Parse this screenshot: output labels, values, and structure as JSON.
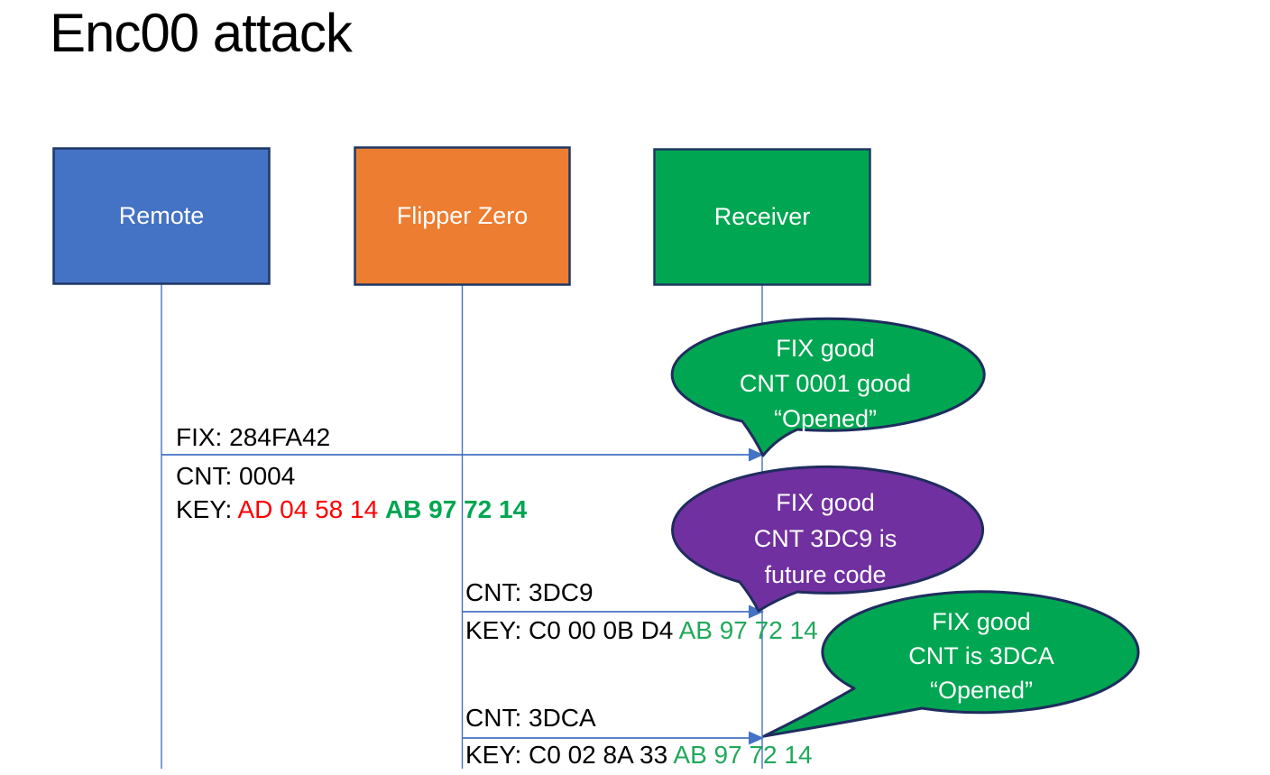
{
  "title": "Enc00 attack",
  "actors": [
    {
      "label": "Remote",
      "fill": "#4472C4"
    },
    {
      "label": "Flipper Zero",
      "fill": "#ED7D31"
    },
    {
      "label": "Receiver",
      "fill": "#00A651"
    }
  ],
  "messages": [
    {
      "fix": "FIX: 284FA42",
      "cnt": "CNT: 0004",
      "key_label": "KEY: ",
      "key_red": "AD 04 58 14 ",
      "key_green": "AB 97 72 14"
    },
    {
      "cnt": "CNT: 3DC9",
      "key_black": "KEY: C0 00 0B D4 ",
      "key_green": "AB 97 72 14"
    },
    {
      "cnt": "CNT: 3DCA",
      "key_black": "KEY: C0 02 8A 33 ",
      "key_green": "AB 97 72 14"
    }
  ],
  "callouts": [
    {
      "fill": "#00A651",
      "lines": [
        "FIX good",
        "CNT 0001 good",
        "“Opened”"
      ]
    },
    {
      "fill": "#7030A0",
      "lines": [
        "FIX good",
        "CNT 3DC9 is",
        "future code"
      ]
    },
    {
      "fill": "#00A651",
      "lines": [
        "FIX good",
        "CNT is 3DCA",
        "“Opened”"
      ]
    }
  ],
  "colors": {
    "actor_border": "#1F3864",
    "callout_border": "#1F2C5E",
    "line_blue": "#4472C4",
    "key_red": "#FF0000",
    "key_green_bold": "#00A651",
    "key_green": "#21A85B",
    "message_text": "#000000",
    "callout_text": "#FFFFFF",
    "background": "#FFFFFF"
  }
}
